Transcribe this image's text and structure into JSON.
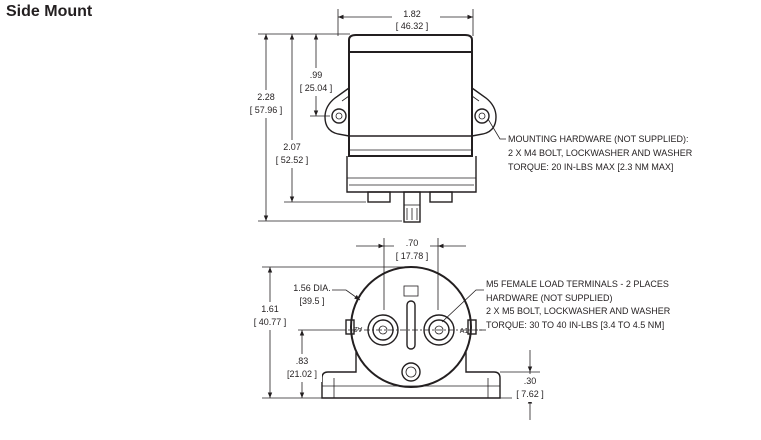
{
  "title": "Side Mount",
  "side_view": {
    "width_in": "1.82",
    "width_mm": "[ 46.32 ]",
    "height_in": "2.28",
    "height_mm": "[ 57.96 ]",
    "body_height_in": "2.07",
    "body_height_mm": "[ 52.52 ]",
    "mount_height_in": ".99",
    "mount_height_mm": "[ 25.04 ]",
    "mounting_note": [
      "MOUNTING HARDWARE (NOT SUPPLIED):",
      "2 X M4 BOLT, LOCKWASHER AND WASHER",
      "TORQUE: 20 IN-LBS MAX [2.3 NM MAX]"
    ]
  },
  "top_view": {
    "spacing_in": ".70",
    "spacing_mm": "[ 17.78 ]",
    "dia_in": "1.56 DIA.",
    "dia_mm": "[39.5 ]",
    "height_in": "1.61",
    "height_mm": "[ 40.77 ]",
    "center_in": ".83",
    "center_mm": "[21.02 ]",
    "base_in": ".30",
    "base_mm": "[ 7.62 ]",
    "terminal_marks": [
      "A2",
      "A1"
    ],
    "terminal_note": [
      "M5 FEMALE LOAD TERMINALS - 2 PLACES",
      "HARDWARE (NOT SUPPLIED)",
      "2 X M5 BOLT, LOCKWASHER AND WASHER",
      "TORQUE: 30 TO 40 IN-LBS [3.4 TO 4.5 NM]"
    ]
  }
}
